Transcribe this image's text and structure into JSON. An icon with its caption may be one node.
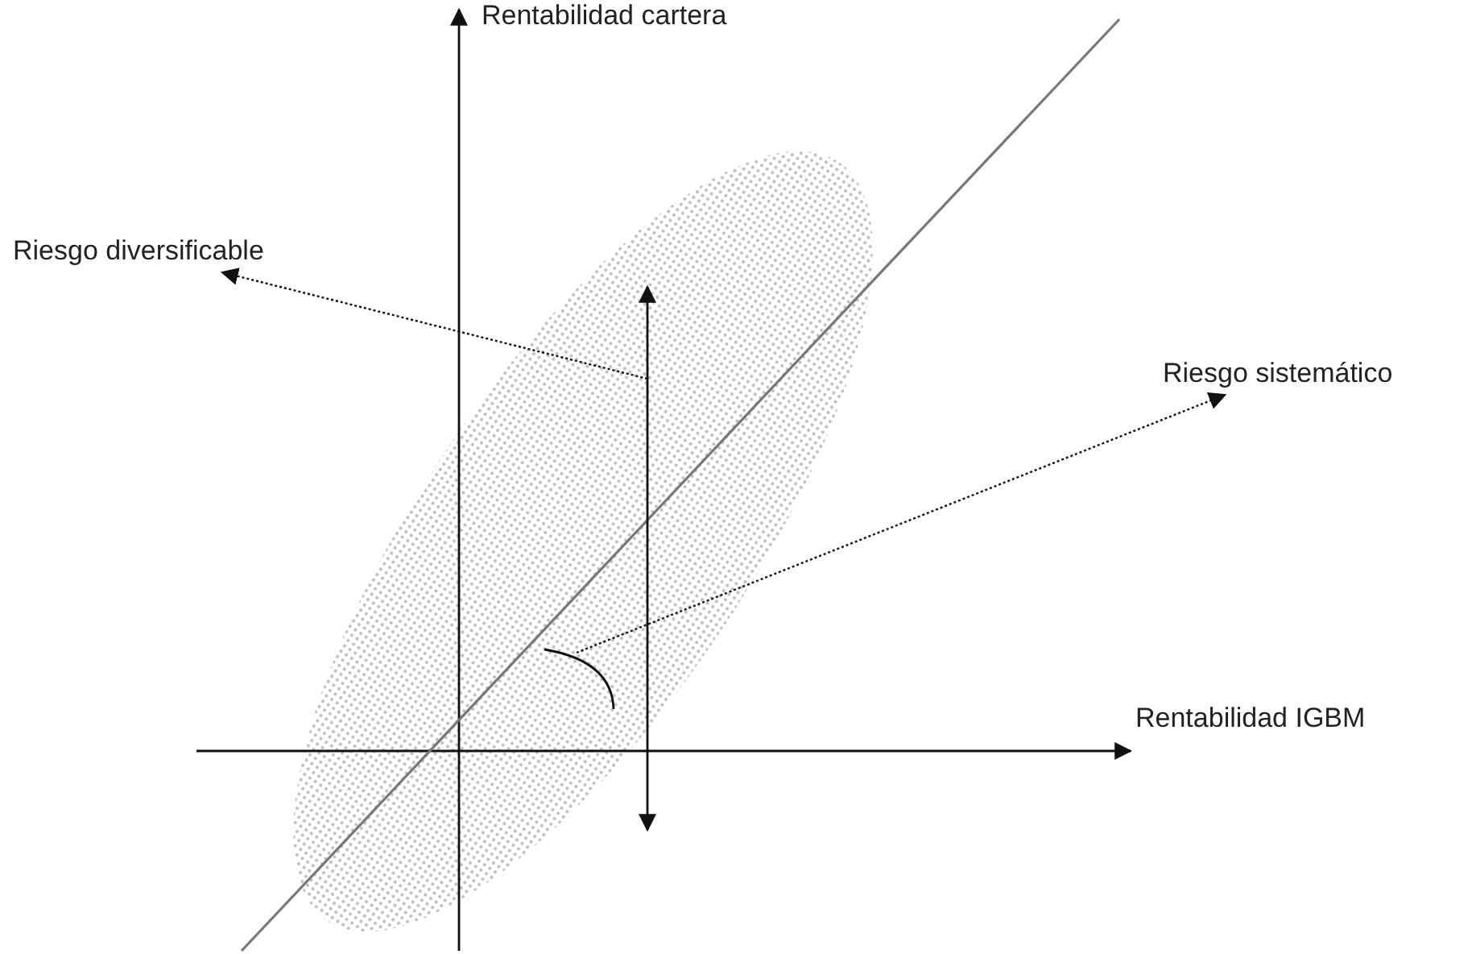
{
  "diagram": {
    "nodes": [
      {
        "text": [
          "Riesgo diversificable"
        ]
      },
      {
        "text": [
          "Riesgo sistemático"
        ]
      },
      {
        "text": [],
        "shape": "arrow"
      },
      {
        "text": [],
        "shape": "arc"
      }
    ],
    "edges": [
      {
        "from": 2,
        "to": 0,
        "arrow": "to",
        "style": "dashed"
      },
      {
        "from": 3,
        "to": 1,
        "arrow": "to",
        "style": "dashed"
      }
    ],
    "labels": [
      "Rentabilidad cartera",
      "Rentabilidad IGBM"
    ]
  }
}
